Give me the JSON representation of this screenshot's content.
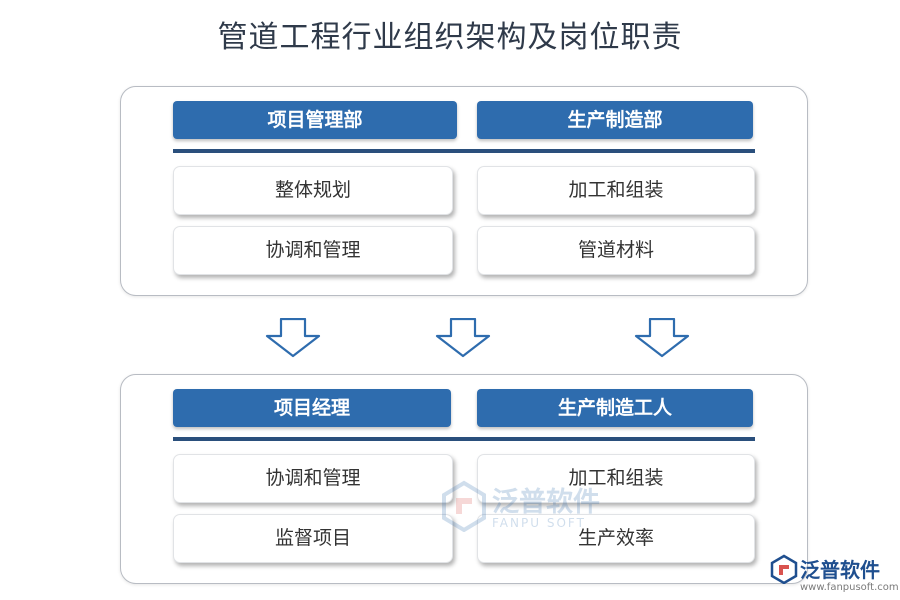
{
  "title": "管道工程行业组织架构及岗位职责",
  "top_section": {
    "left_header": "项目管理部",
    "right_header": "生产制造部",
    "left_items": [
      "整体规划",
      "协调和管理"
    ],
    "right_items": [
      "加工和组装",
      "管道材料"
    ]
  },
  "bottom_section": {
    "left_header": "项目经理",
    "right_header": "生产制造工人",
    "left_items": [
      "协调和管理",
      "监督项目"
    ],
    "right_items": [
      "加工和组装",
      "生产效率"
    ]
  },
  "watermark": {
    "text": "泛普软件",
    "subtext": "FANPU SOFT"
  },
  "logo": {
    "text": "泛普软件",
    "url": "www.fanpusoft.com"
  },
  "colors": {
    "header_fill": "#2e6cae",
    "divider": "#2a4f7c",
    "arrow_stroke": "#2e6cae"
  },
  "icons": [
    "down-arrow-icon",
    "fanpu-logo-icon"
  ]
}
